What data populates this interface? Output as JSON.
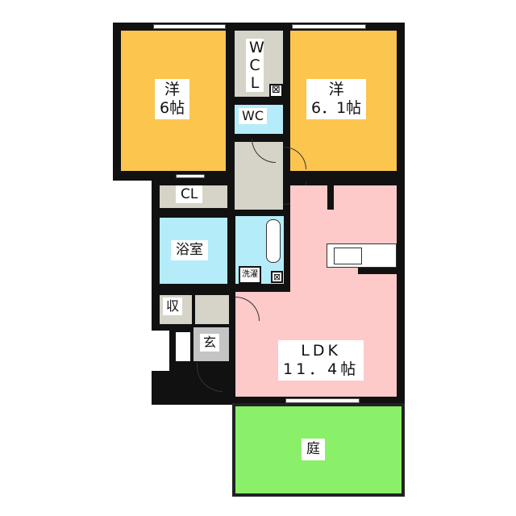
{
  "rooms": {
    "western1": {
      "name": "洋",
      "size": "6帖"
    },
    "wcl": {
      "name": "WCL"
    },
    "western2": {
      "name": "洋",
      "size": "6．1帖"
    },
    "wc": {
      "name": "WC"
    },
    "cl": {
      "name": "CL"
    },
    "bath": {
      "name": "浴室"
    },
    "laundry": {
      "name": "洗濯"
    },
    "storage": {
      "name": "収"
    },
    "entrance": {
      "name": "玄"
    },
    "ldk": {
      "name": "LDK",
      "size": "11．4帖"
    },
    "garden": {
      "name": "庭"
    }
  },
  "colors": {
    "western": "#fbc54e",
    "wet": "#b4ecfa",
    "storage": "#d6d3c8",
    "ldk": "#fec9c9",
    "garden": "#8af06a",
    "entrance": "#c4c4c4",
    "wall": "#111111"
  }
}
